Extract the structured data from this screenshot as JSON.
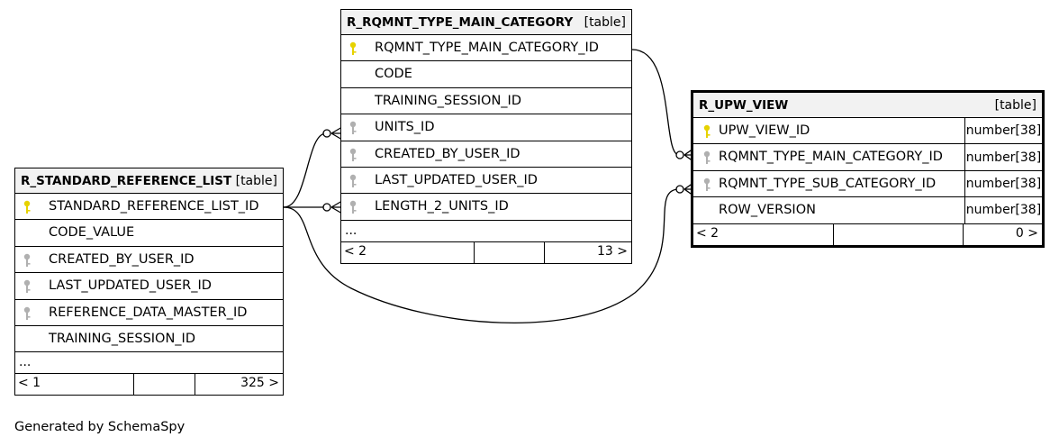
{
  "tables": {
    "standard_reference_list": {
      "name": "R_STANDARD_REFERENCE_LIST",
      "type": "[table]",
      "columns": [
        {
          "name": "STANDARD_REFERENCE_LIST_ID",
          "key": "primary-key-icon"
        },
        {
          "name": "CODE_VALUE",
          "key": ""
        },
        {
          "name": "CREATED_BY_USER_ID",
          "key": "foreign-key-icon"
        },
        {
          "name": "LAST_UPDATED_USER_ID",
          "key": "foreign-key-icon"
        },
        {
          "name": "REFERENCE_DATA_MASTER_ID",
          "key": "foreign-key-icon"
        },
        {
          "name": "TRAINING_SESSION_ID",
          "key": ""
        }
      ],
      "more": "...",
      "parents": "< 1",
      "children": "325 >"
    },
    "rqmnt_type_main_category": {
      "name": "R_RQMNT_TYPE_MAIN_CATEGORY",
      "type": "[table]",
      "columns": [
        {
          "name": "RQMNT_TYPE_MAIN_CATEGORY_ID",
          "key": "primary-key-icon"
        },
        {
          "name": "CODE",
          "key": ""
        },
        {
          "name": "TRAINING_SESSION_ID",
          "key": ""
        },
        {
          "name": "UNITS_ID",
          "key": "foreign-key-icon"
        },
        {
          "name": "CREATED_BY_USER_ID",
          "key": "foreign-key-icon"
        },
        {
          "name": "LAST_UPDATED_USER_ID",
          "key": "foreign-key-icon"
        },
        {
          "name": "LENGTH_2_UNITS_ID",
          "key": "foreign-key-icon"
        }
      ],
      "more": "...",
      "parents": "< 2",
      "children": "13 >"
    },
    "upw_view": {
      "name": "R_UPW_VIEW",
      "type": "[table]",
      "columns": [
        {
          "name": "UPW_VIEW_ID",
          "key": "primary-key-icon",
          "datatype": "number[38]"
        },
        {
          "name": "RQMNT_TYPE_MAIN_CATEGORY_ID",
          "key": "foreign-key-icon",
          "datatype": "number[38]"
        },
        {
          "name": "RQMNT_TYPE_SUB_CATEGORY_ID",
          "key": "foreign-key-icon",
          "datatype": "number[38]"
        },
        {
          "name": "ROW_VERSION",
          "key": "",
          "datatype": "number[38]"
        }
      ],
      "parents": "< 2",
      "children": "0 >"
    }
  },
  "relationships": [
    {
      "from": "R_RQMNT_TYPE_MAIN_CATEGORY.UNITS_ID",
      "to": "R_STANDARD_REFERENCE_LIST.STANDARD_REFERENCE_LIST_ID"
    },
    {
      "from": "R_RQMNT_TYPE_MAIN_CATEGORY.LENGTH_2_UNITS_ID",
      "to": "R_STANDARD_REFERENCE_LIST.STANDARD_REFERENCE_LIST_ID"
    },
    {
      "from": "R_UPW_VIEW.RQMNT_TYPE_MAIN_CATEGORY_ID",
      "to": "R_RQMNT_TYPE_MAIN_CATEGORY.RQMNT_TYPE_MAIN_CATEGORY_ID"
    },
    {
      "from": "R_UPW_VIEW.RQMNT_TYPE_SUB_CATEGORY_ID",
      "to": "R_STANDARD_REFERENCE_LIST.STANDARD_REFERENCE_LIST_ID"
    }
  ],
  "colors": {
    "primary_key": "#e6d200",
    "foreign_key": "#b0b0b0",
    "header_bg": "#f2f2f2",
    "line": "#000000"
  },
  "credit": "Generated by SchemaSpy"
}
